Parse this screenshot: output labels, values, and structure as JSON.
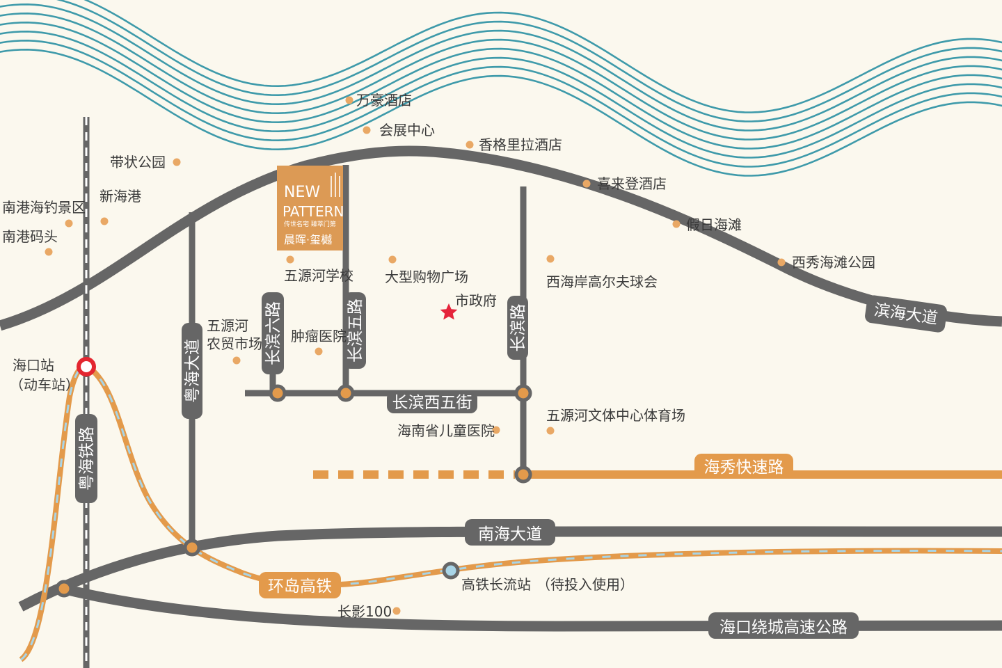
{
  "colors": {
    "background": "#fbf8ee",
    "sea_lines": "#3e9aaa",
    "road": "#666666",
    "highway_orange": "#e39a4b",
    "rail_dash": "#a8d4e6",
    "poi_dot": "#e9a865",
    "landmark_star": "#e5243b",
    "station": "#e32630",
    "project_block": "#dc9a55"
  },
  "project": {
    "brand_line1": "NEW",
    "brand_line2": "PATTERN",
    "tagline": "传世名宅 臻萃门第",
    "name": "晨晖·玺樾"
  },
  "roads": {
    "binhai": "滨海大道",
    "yuehai_rail": "粤海铁路",
    "yuehai_ave": "粤海大道",
    "changbin6": "长滨六路",
    "changbin5": "长滨五路",
    "changbin_rd": "长滨路",
    "changbin_w5": "长滨西五街",
    "haixiu": "海秀快速路",
    "nanhai": "南海大道",
    "huandao": "环岛高铁",
    "ring_expressway": "海口绕城高速公路"
  },
  "pois": {
    "wanhao": "万豪酒店",
    "huizhan": "会展中心",
    "shangri": "香格里拉酒店",
    "dai_park": "带状公园",
    "xinhaigang": "新海港",
    "nangang_fishing": "南港海钓景区",
    "nangang_pier": "南港码头",
    "xilaideng": "喜来登酒店",
    "jiari": "假日海滩",
    "xixiu_park": "西秀海滩公园",
    "wuyuanhe_school": "五源河学校",
    "mall": "大型购物广场",
    "xihaian_golf": "西海岸高尔夫球会",
    "city_hall": "市政府",
    "wuyuanhe_market_1": "五源河",
    "wuyuanhe_market_2": "农贸市场",
    "tumor_hospital": "肿瘤医院",
    "children_hospital": "海南省儿童医院",
    "stadium": "五源河文体中心体育场",
    "haikou_station": "海口站",
    "haikou_station_sub": "（动车站）",
    "hsr_station": "高铁长流站",
    "hsr_station_note": "（待投入使用）",
    "changying": "长影100"
  }
}
